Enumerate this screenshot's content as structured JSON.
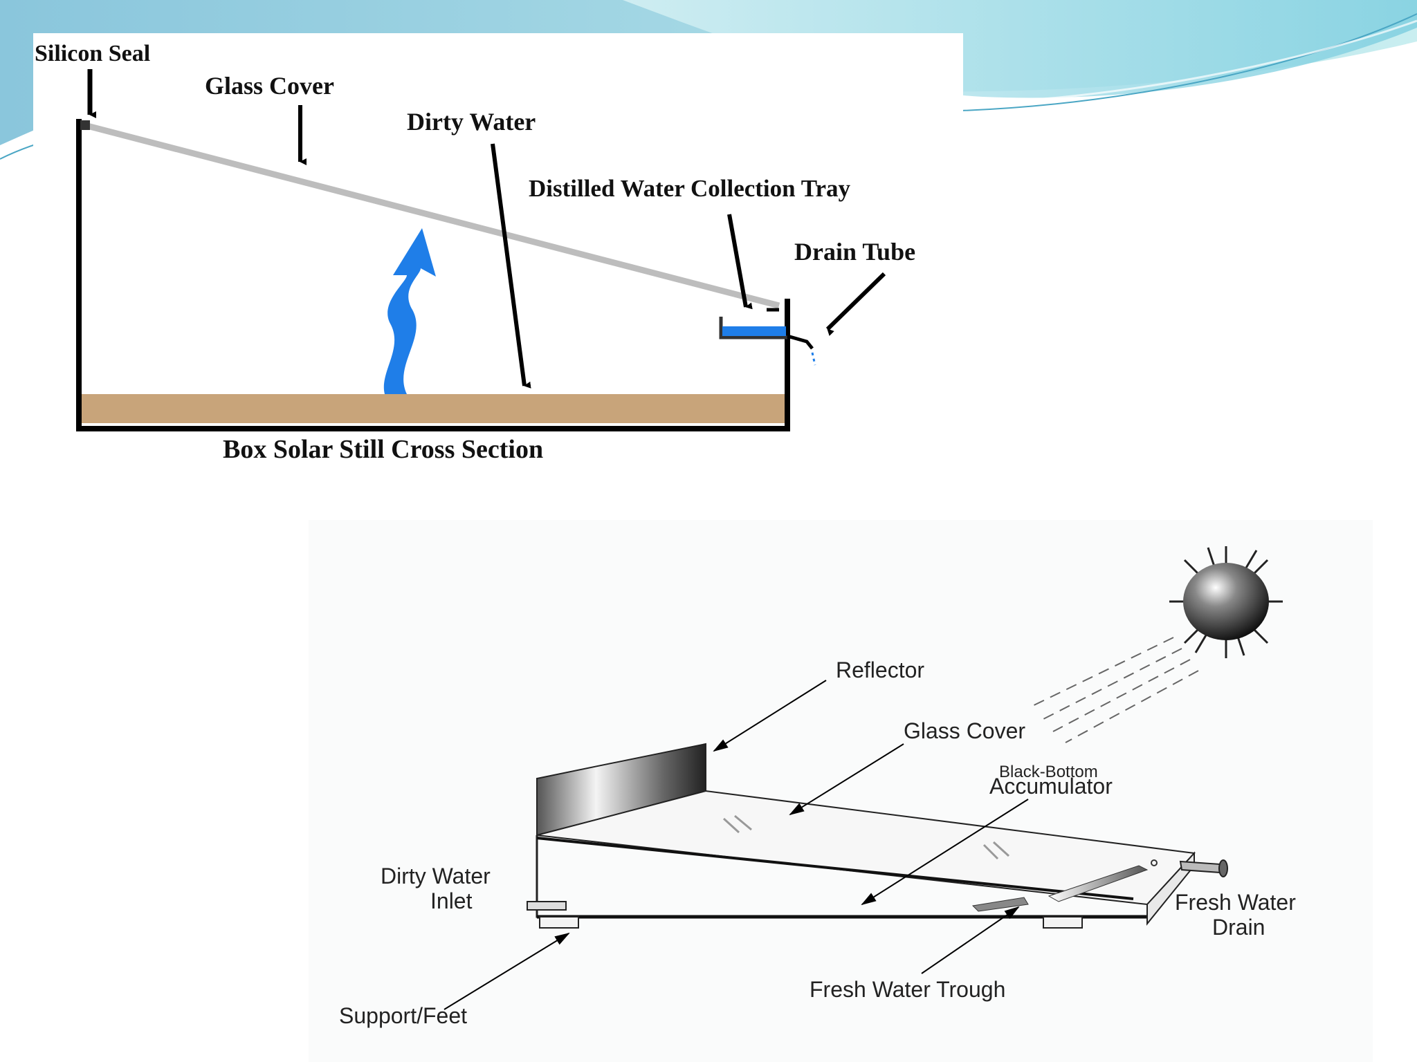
{
  "colors": {
    "water_blue": "#1f7ee8",
    "sediment": "#c8a47a",
    "glass": "#bdbdbd",
    "header_teal": "#7fc4d9"
  },
  "figure1": {
    "caption": "Box Solar Still Cross Section",
    "labels": {
      "silicon_seal": "Silicon Seal",
      "glass_cover": "Glass Cover",
      "dirty_water": "Dirty Water",
      "collection_tray": "Distilled Water Collection Tray",
      "drain_tube": "Drain Tube"
    }
  },
  "figure2": {
    "labels": {
      "reflector": "Reflector",
      "glass_cover": "Glass Cover",
      "accumulator_line1": "Black-Bottom",
      "accumulator_line2": "Accumulator",
      "dirty_inlet_line1": "Dirty Water",
      "dirty_inlet_line2": "Inlet",
      "fresh_drain_line1": "Fresh Water",
      "fresh_drain_line2": "Drain",
      "fresh_trough": "Fresh Water Trough",
      "support_feet": "Support/Feet"
    }
  }
}
